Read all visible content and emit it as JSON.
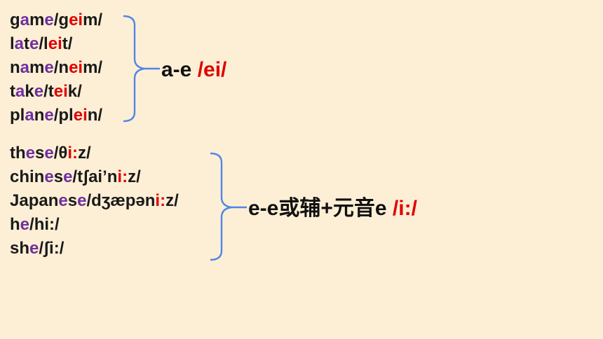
{
  "groups": [
    {
      "words": [
        {
          "segments": [
            {
              "t": "g",
              "c": "k"
            },
            {
              "t": "a",
              "c": "p"
            },
            {
              "t": "m",
              "c": "k"
            },
            {
              "t": "e",
              "c": "p"
            },
            {
              "t": "/g",
              "c": "k"
            },
            {
              "t": "ei",
              "c": "r"
            },
            {
              "t": "m/",
              "c": "k"
            }
          ]
        },
        {
          "segments": [
            {
              "t": "l",
              "c": "k"
            },
            {
              "t": "a",
              "c": "p"
            },
            {
              "t": "t",
              "c": "k"
            },
            {
              "t": "e",
              "c": "p"
            },
            {
              "t": "/l",
              "c": "k"
            },
            {
              "t": "ei",
              "c": "r"
            },
            {
              "t": "t/",
              "c": "k"
            }
          ]
        },
        {
          "segments": [
            {
              "t": "n",
              "c": "k"
            },
            {
              "t": "a",
              "c": "p"
            },
            {
              "t": "m",
              "c": "k"
            },
            {
              "t": "e",
              "c": "p"
            },
            {
              "t": "/n",
              "c": "k"
            },
            {
              "t": "ei",
              "c": "r"
            },
            {
              "t": "m/",
              "c": "k"
            }
          ]
        },
        {
          "segments": [
            {
              "t": "t",
              "c": "k"
            },
            {
              "t": "a",
              "c": "p"
            },
            {
              "t": "k",
              "c": "k"
            },
            {
              "t": "e",
              "c": "p"
            },
            {
              "t": "/t",
              "c": "k"
            },
            {
              "t": "ei",
              "c": "r"
            },
            {
              "t": "k/",
              "c": "k"
            }
          ]
        },
        {
          "segments": [
            {
              "t": "pl",
              "c": "k"
            },
            {
              "t": "a",
              "c": "p"
            },
            {
              "t": "n",
              "c": "k"
            },
            {
              "t": "e",
              "c": "p"
            },
            {
              "t": "/pl",
              "c": "k"
            },
            {
              "t": "ei",
              "c": "r"
            },
            {
              "t": "n/",
              "c": "k"
            }
          ]
        }
      ],
      "rule": {
        "pattern": "a-e ",
        "sound": "/ei/"
      }
    },
    {
      "words": [
        {
          "segments": [
            {
              "t": "th",
              "c": "k"
            },
            {
              "t": "e",
              "c": "p"
            },
            {
              "t": "s",
              "c": "k"
            },
            {
              "t": "e",
              "c": "p"
            },
            {
              "t": "/θ",
              "c": "k"
            },
            {
              "t": "i:",
              "c": "r"
            },
            {
              "t": "z/",
              "c": "k"
            }
          ]
        },
        {
          "segments": [
            {
              "t": "chin",
              "c": "k"
            },
            {
              "t": "e",
              "c": "p"
            },
            {
              "t": "s",
              "c": "k"
            },
            {
              "t": "e",
              "c": "p"
            },
            {
              "t": "/tʃai’n",
              "c": "k"
            },
            {
              "t": "i:",
              "c": "r"
            },
            {
              "t": "z/",
              "c": "k"
            }
          ]
        },
        {
          "segments": [
            {
              "t": "Japan",
              "c": "k"
            },
            {
              "t": "e",
              "c": "p"
            },
            {
              "t": "s",
              "c": "k"
            },
            {
              "t": "e",
              "c": "p"
            },
            {
              "t": "/dʒæpən",
              "c": "k"
            },
            {
              "t": "i:",
              "c": "r"
            },
            {
              "t": "z/",
              "c": "k"
            }
          ]
        },
        {
          "segments": [
            {
              "t": "h",
              "c": "k"
            },
            {
              "t": "e",
              "c": "p"
            },
            {
              "t": "/hi:/",
              "c": "k"
            }
          ]
        },
        {
          "segments": [
            {
              "t": "sh",
              "c": "k"
            },
            {
              "t": "e",
              "c": "p"
            },
            {
              "t": "/ʃi:/",
              "c": "k"
            }
          ]
        }
      ],
      "rule": {
        "pattern": "e-e或辅+元音e  ",
        "sound": "/i:/"
      }
    }
  ],
  "colors": {
    "background": "#fdefd5",
    "purple": "#7030a0",
    "red": "#e00000",
    "brace": "#4f86e8",
    "text": "#1a1a1a"
  }
}
